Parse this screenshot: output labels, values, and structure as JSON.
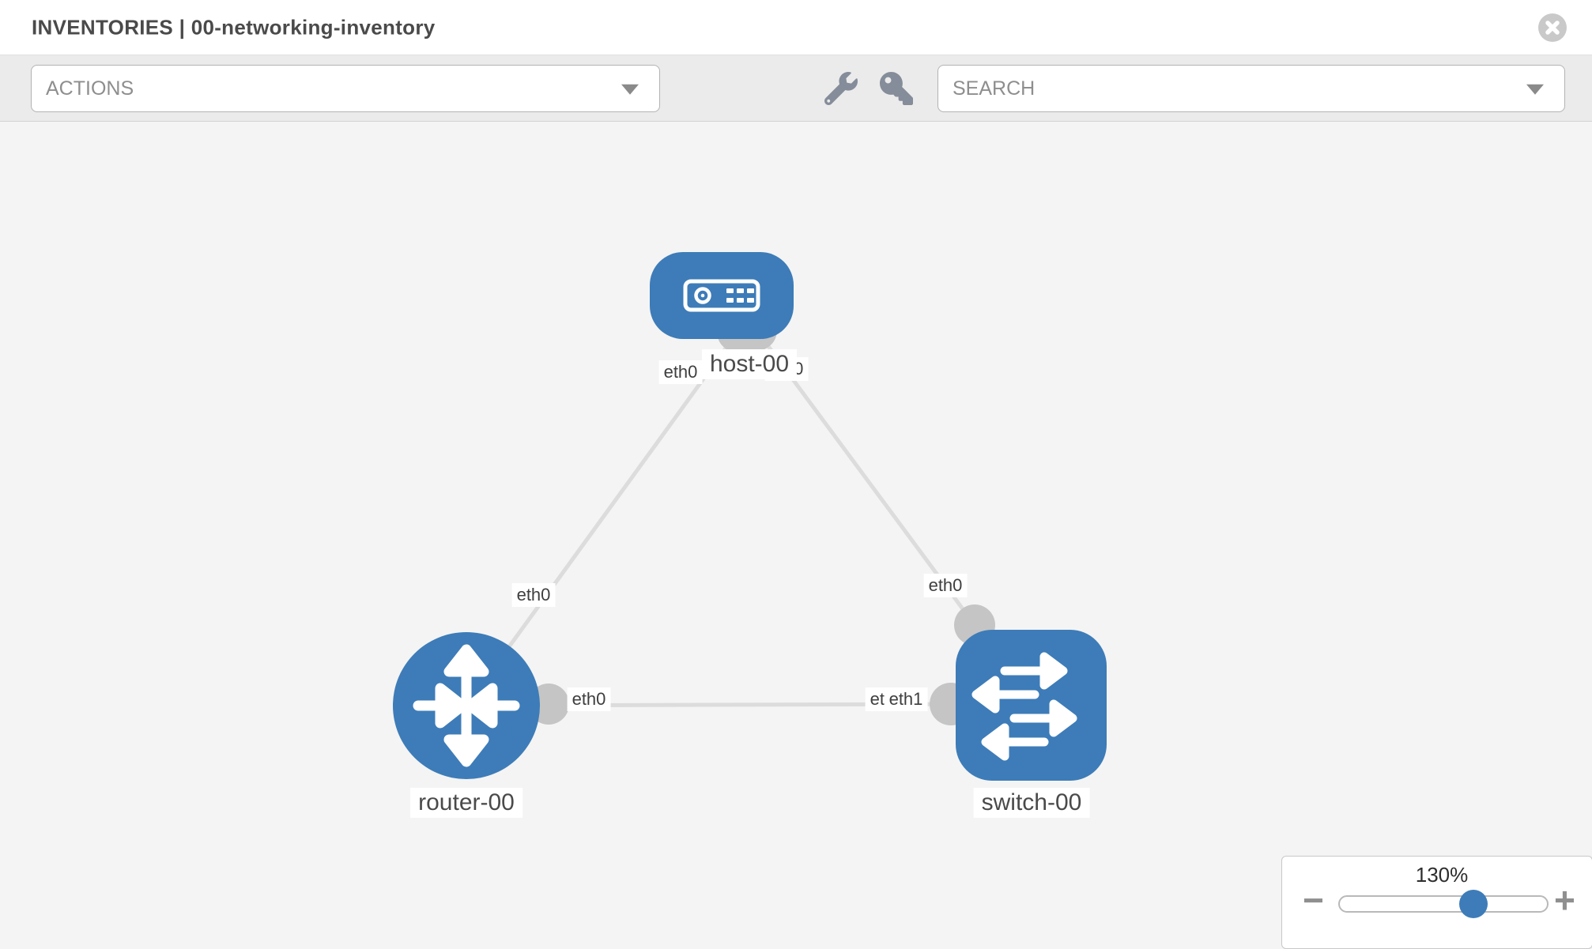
{
  "header": {
    "title": "INVENTORIES | 00-networking-inventory"
  },
  "toolbar": {
    "actions_label": "ACTIONS",
    "search_label": "SEARCH",
    "icons": [
      "wrench",
      "key"
    ]
  },
  "canvas": {
    "node_labels": {
      "host": "host-00",
      "router": "router-00",
      "switch": "switch-00"
    },
    "port_labels": {
      "host_left": "eth0",
      "host_right": "eth0",
      "router_uplink": "eth0",
      "router_right": "eth0",
      "switch_left_back": "eth0",
      "switch_left_front": "eth1",
      "switch_top": "eth0"
    },
    "links": [
      {
        "source": "router-00",
        "source_port": "eth0",
        "target": "host-00",
        "target_port": "eth0"
      },
      {
        "source": "switch-00",
        "source_port": "eth0",
        "target": "host-00",
        "target_port": "eth0"
      },
      {
        "source": "router-00",
        "source_port": "eth0",
        "target": "switch-00",
        "target_port": "eth1"
      }
    ]
  },
  "zoom_control": {
    "level": "130%",
    "minus_label": "−",
    "plus_label": "+"
  },
  "colors": {
    "node_blue": "#3d7cb8",
    "connector_gray": "#c5c5c5",
    "link_gray": "#dcdcdc",
    "toolbar_bg": "#ebebeb",
    "canvas_bg": "#f4f4f4"
  }
}
